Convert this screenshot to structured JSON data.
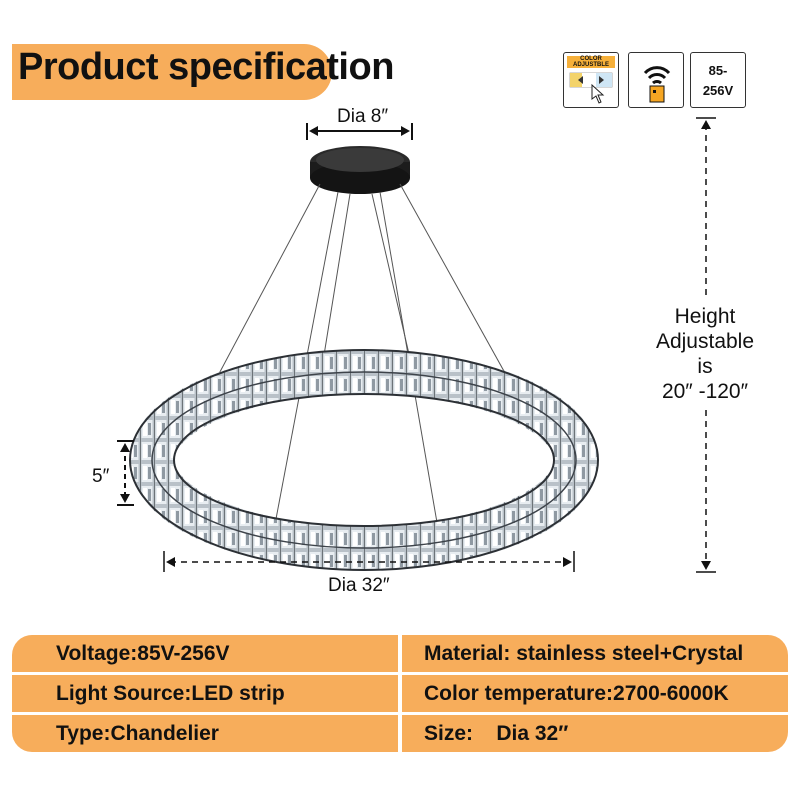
{
  "header": {
    "title": "Product specification"
  },
  "badges": {
    "color_adjustable": "COLOR ADJUSTBLE",
    "voltage_line1": "85-",
    "voltage_line2": "256V"
  },
  "dimensions": {
    "canopy": "Dia 8″",
    "ring_height": "5″",
    "ring_diameter": "Dia 32″",
    "height_line1": "Height",
    "height_line2": "Adjustable",
    "height_line3": "is",
    "height_line4": "20″ -120″"
  },
  "specs": {
    "voltage": "Voltage:85V-256V",
    "material": "Material: stainless steel+Crystal",
    "light_source": "Light Source:LED strip",
    "color_temperature": "Color temperature:2700-6000K",
    "type": "Type:Chandelier",
    "size": "Size:    Dia 32″"
  },
  "colors": {
    "accent": "#f7ad5b",
    "crystal": "#9aa3ab",
    "canopy": "#1c1c1c"
  }
}
